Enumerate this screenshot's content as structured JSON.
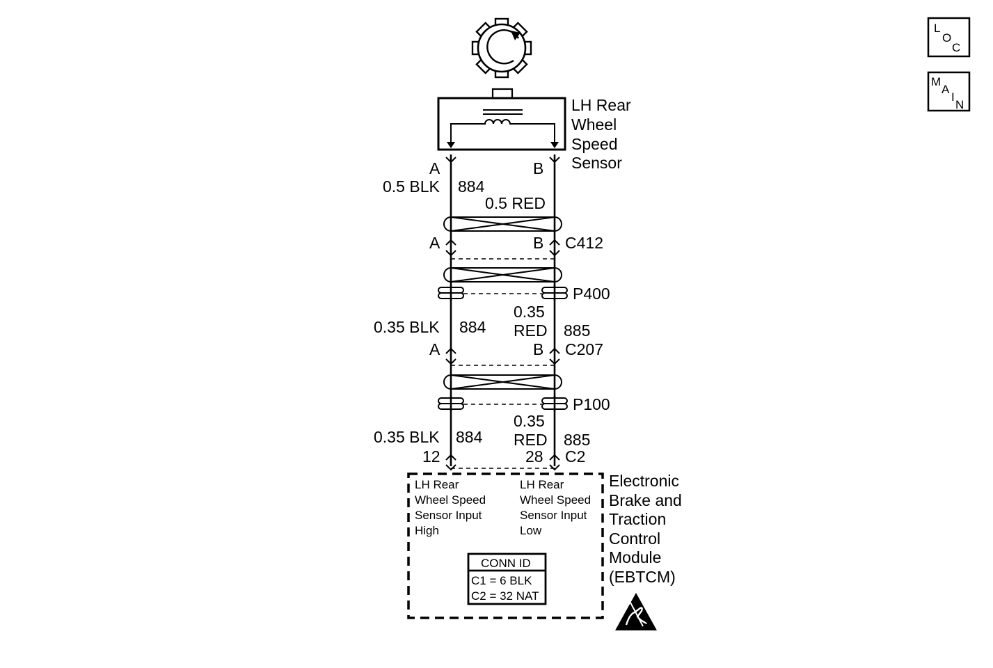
{
  "nav": {
    "loc": [
      "L",
      "O",
      "C"
    ],
    "main": [
      "M",
      "A",
      "I",
      "N"
    ]
  },
  "sensor": {
    "name_lines": [
      "LH Rear",
      "Wheel",
      "Speed",
      "Sensor"
    ],
    "pin_a": "A",
    "pin_b": "B"
  },
  "wire_a_top": {
    "gauge_color": "0.5 BLK",
    "circuit": "884"
  },
  "wire_b_top": {
    "gauge_color": "0.5 RED"
  },
  "c412": {
    "name": "C412",
    "pin_a": "A",
    "pin_b": "B"
  },
  "p400": {
    "name": "P400"
  },
  "wire_a_mid": {
    "gauge_color": "0.35 BLK",
    "circuit": "884"
  },
  "wire_b_mid": {
    "gauge": "0.35",
    "color": "RED",
    "circuit": "885"
  },
  "c207": {
    "name": "C207",
    "pin_a": "A",
    "pin_b": "B"
  },
  "p100": {
    "name": "P100"
  },
  "wire_a_low": {
    "gauge_color": "0.35 BLK",
    "circuit": "884"
  },
  "wire_b_low": {
    "gauge": "0.35",
    "color": "RED",
    "circuit": "885"
  },
  "c2": {
    "name": "C2",
    "pin_a": "12",
    "pin_b": "28"
  },
  "module": {
    "name_lines": [
      "Electronic",
      "Brake and",
      "Traction",
      "Control",
      "Module",
      "(EBTCM)"
    ],
    "input_high_lines": [
      "LH Rear",
      "Wheel Speed",
      "Sensor Input",
      "High"
    ],
    "input_low_lines": [
      "LH Rear",
      "Wheel Speed",
      "Sensor Input",
      "Low"
    ]
  },
  "conn_id": {
    "title": "CONN ID",
    "rows": [
      "C1 = 6 BLK",
      "C2 = 32 NAT"
    ]
  },
  "esd_icon": "esd-warning-icon",
  "reluctor_icon": "reluctor-wheel-icon"
}
